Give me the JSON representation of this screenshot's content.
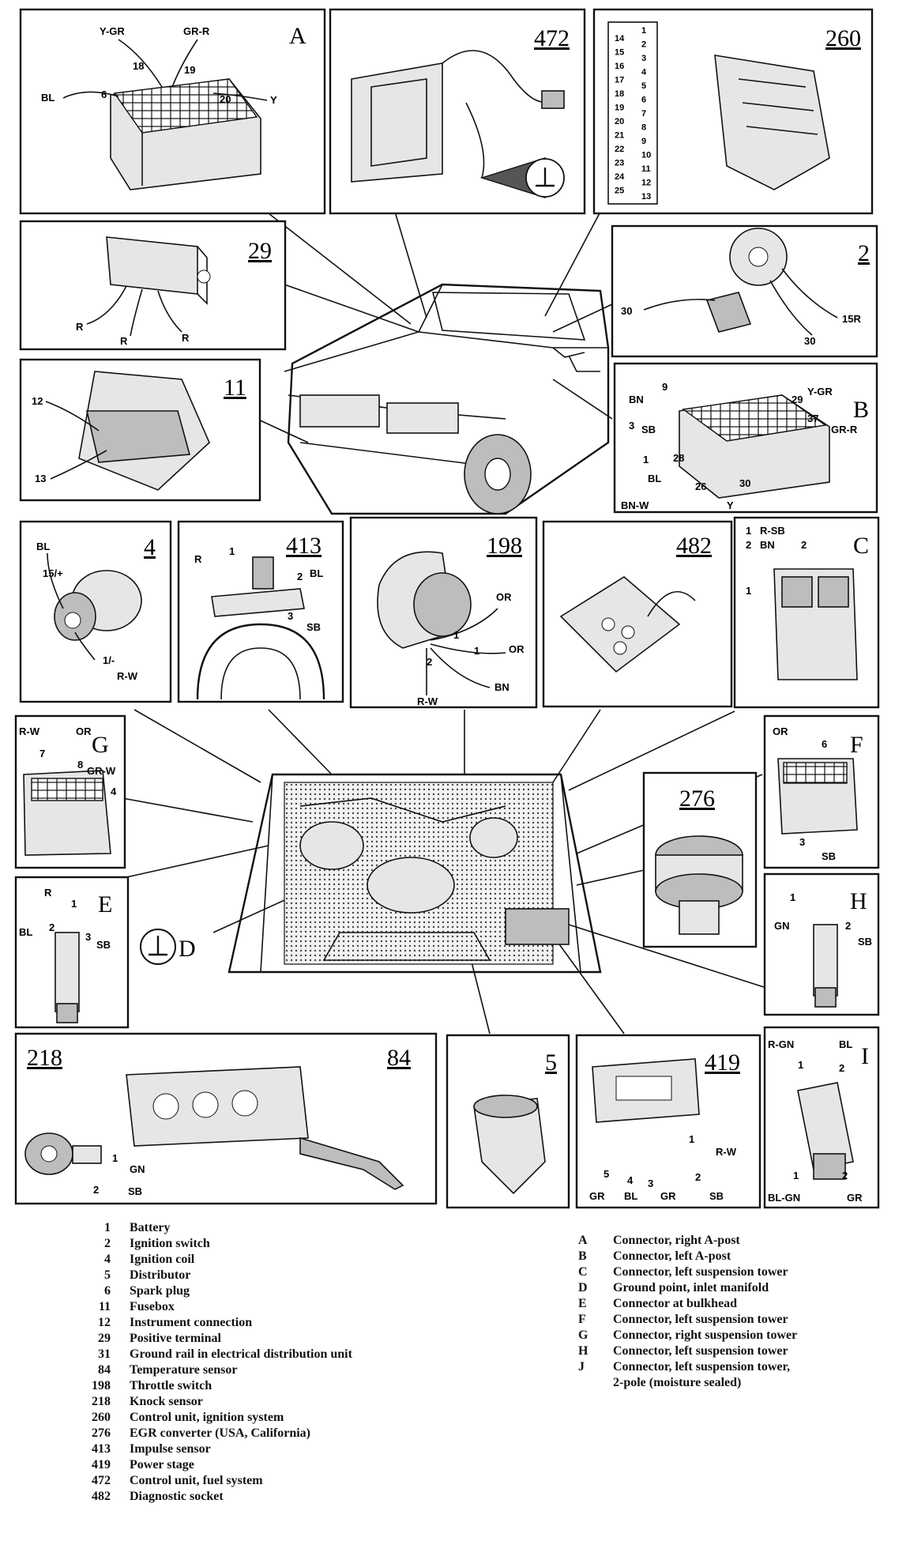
{
  "panels": {
    "A": {
      "tag": "A",
      "wires": [
        "Y-GR",
        "GR-R",
        "BL",
        "Y"
      ],
      "pins": [
        "18",
        "19",
        "6",
        "20"
      ]
    },
    "p472": {
      "tag": "472"
    },
    "p260": {
      "tag": "260",
      "pins_left": [
        "14",
        "15",
        "16",
        "17",
        "18",
        "19",
        "20",
        "21",
        "22",
        "23",
        "24",
        "25"
      ],
      "pins_right": [
        "1",
        "2",
        "3",
        "4",
        "5",
        "6",
        "7",
        "8",
        "9",
        "10",
        "11",
        "12",
        "13"
      ]
    },
    "p29": {
      "tag": "29",
      "wires": [
        "R",
        "R",
        "R"
      ]
    },
    "p2": {
      "tag": "2",
      "pins": [
        "30",
        "15R",
        "30"
      ]
    },
    "p11": {
      "tag": "11",
      "pins": [
        "12",
        "13"
      ]
    },
    "B": {
      "tag": "B",
      "wires": [
        "BN",
        "Y-GR",
        "SB",
        "GR-R",
        "BL",
        "BN-W",
        "Y"
      ],
      "pins": [
        "9",
        "29",
        "3",
        "37",
        "28",
        "26",
        "30",
        "1"
      ]
    },
    "p4": {
      "tag": "4",
      "wires": [
        "BL",
        "R-W"
      ],
      "pins": [
        "15/+",
        "1/-"
      ]
    },
    "p413": {
      "tag": "413",
      "wires": [
        "R",
        "BL",
        "SB"
      ],
      "pins": [
        "1",
        "2",
        "3"
      ]
    },
    "p198": {
      "tag": "198",
      "wires": [
        "OR",
        "OR",
        "R-W",
        "BN"
      ],
      "pins": [
        "1",
        "1",
        "2"
      ]
    },
    "p482": {
      "tag": "482"
    },
    "C": {
      "tag": "C",
      "pins": [
        "1",
        "2",
        "2",
        "1"
      ],
      "wires": [
        "R-SB",
        "BN"
      ]
    },
    "G": {
      "tag": "G",
      "wires": [
        "R-W",
        "OR",
        "GR-W"
      ],
      "pins": [
        "7",
        "8",
        "4"
      ]
    },
    "F": {
      "tag": "F",
      "wires": [
        "OR",
        "SB"
      ],
      "pins": [
        "6",
        "3"
      ]
    },
    "p276": {
      "tag": "276"
    },
    "E": {
      "tag": "E",
      "wires": [
        "R",
        "BL",
        "SB"
      ],
      "pins": [
        "1",
        "2",
        "3"
      ]
    },
    "D": {
      "tag": "D"
    },
    "H": {
      "tag": "H",
      "wires": [
        "GN",
        "SB"
      ],
      "pins": [
        "1",
        "2"
      ]
    },
    "p218": {
      "tag": "218",
      "wires": [
        "GN",
        "SB"
      ],
      "pins": [
        "1",
        "2"
      ]
    },
    "p84": {
      "tag": "84"
    },
    "p5": {
      "tag": "5"
    },
    "p419": {
      "tag": "419",
      "wires": [
        "R-W",
        "GR",
        "BL",
        "GR",
        "SB"
      ],
      "pins": [
        "1",
        "5",
        "4",
        "3",
        "2"
      ]
    },
    "I": {
      "tag": "I",
      "wires": [
        "R-GN",
        "BL",
        "BL-GN",
        "GR"
      ],
      "pins": [
        "1",
        "2",
        "1",
        "2"
      ]
    }
  },
  "legend_left": [
    {
      "code": "1",
      "label": "Battery"
    },
    {
      "code": "2",
      "label": "Ignition switch"
    },
    {
      "code": "4",
      "label": "Ignition coil"
    },
    {
      "code": "5",
      "label": "Distributor"
    },
    {
      "code": "6",
      "label": "Spark plug"
    },
    {
      "code": "11",
      "label": "Fusebox"
    },
    {
      "code": "12",
      "label": "Instrument connection"
    },
    {
      "code": "29",
      "label": "Positive terminal"
    },
    {
      "code": "31",
      "label": "Ground rail in electrical distribution unit"
    },
    {
      "code": "84",
      "label": "Temperature sensor"
    },
    {
      "code": "198",
      "label": "Throttle switch"
    },
    {
      "code": "218",
      "label": "Knock sensor"
    },
    {
      "code": "260",
      "label": "Control unit, ignition system"
    },
    {
      "code": "276",
      "label": "EGR converter (USA, California)"
    },
    {
      "code": "413",
      "label": "Impulse sensor"
    },
    {
      "code": "419",
      "label": "Power stage"
    },
    {
      "code": "472",
      "label": "Control unit, fuel system"
    },
    {
      "code": "482",
      "label": "Diagnostic socket"
    }
  ],
  "legend_right": [
    {
      "code": "A",
      "label": "Connector, right A-post"
    },
    {
      "code": "B",
      "label": "Connector, left A-post"
    },
    {
      "code": "C",
      "label": "Connector, left suspension tower"
    },
    {
      "code": "D",
      "label": "Ground point, inlet manifold"
    },
    {
      "code": "E",
      "label": "Connector at bulkhead"
    },
    {
      "code": "F",
      "label": "Connector, left suspension tower"
    },
    {
      "code": "G",
      "label": "Connector, right suspension tower"
    },
    {
      "code": "H",
      "label": "Connector, left suspension tower"
    },
    {
      "code": "J",
      "label": "Connector, left suspension tower,"
    }
  ],
  "legend_right_continuation": "2-pole (moisture sealed)"
}
